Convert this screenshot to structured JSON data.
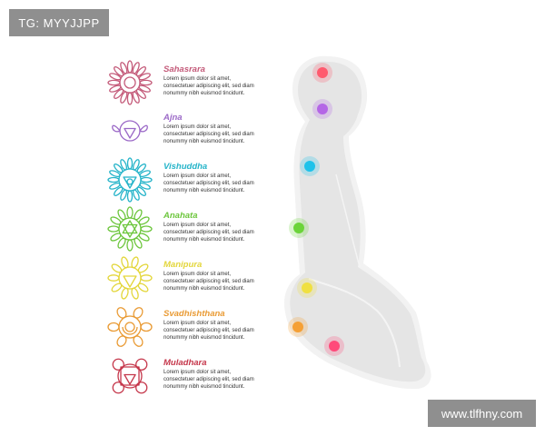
{
  "watermarks": {
    "top_left": "TG: MYYJJPP",
    "bottom_right": "www.tlfhny.com"
  },
  "chakras": [
    {
      "name": "Sahasrara",
      "color": "#c45b7a",
      "desc": [
        "Lorem ipsum dolor sit amet,",
        "consectetuer adipiscing elit, sed diam",
        "nonummy nibh euismod tincidunt."
      ],
      "symbol": "lotus-crown-icon"
    },
    {
      "name": "Ajna",
      "color": "#9b69c7",
      "desc": [
        "Lorem ipsum dolor sit amet,",
        "consectetuer adipiscing elit, sed diam",
        "nonummy nibh euismod tincidunt."
      ],
      "symbol": "third-eye-icon"
    },
    {
      "name": "Vishuddha",
      "color": "#25b4c9",
      "desc": [
        "Lorem ipsum dolor sit amet,",
        "consectetuer adipiscing elit, sed diam",
        "nonummy nibh euismod tincidunt."
      ],
      "symbol": "throat-lotus-icon"
    },
    {
      "name": "Anahata",
      "color": "#6dc63d",
      "desc": [
        "Lorem ipsum dolor sit amet,",
        "consectetuer adipiscing elit, sed diam",
        "nonummy nibh euismod tincidunt."
      ],
      "symbol": "heart-star-icon"
    },
    {
      "name": "Manipura",
      "color": "#e3d63a",
      "desc": [
        "Lorem ipsum dolor sit amet,",
        "consectetuer adipiscing elit, sed diam",
        "nonummy nibh euismod tincidunt."
      ],
      "symbol": "solar-plexus-icon"
    },
    {
      "name": "Svadhishthana",
      "color": "#e99a33",
      "desc": [
        "Lorem ipsum dolor sit amet,",
        "consectetuer adipiscing elit, sed diam",
        "nonummy nibh euismod tincidunt."
      ],
      "symbol": "sacral-crescent-icon"
    },
    {
      "name": "Muladhara",
      "color": "#c5374b",
      "desc": [
        "Lorem ipsum dolor sit amet,",
        "consectetuer adipiscing elit, sed diam",
        "nonummy nibh euismod tincidunt."
      ],
      "symbol": "root-square-icon"
    }
  ],
  "figure": {
    "body_color": "#e5e5e5",
    "outline_color": "#f2f2f2",
    "dot_colors": [
      "#ff5a6e",
      "#b466e6",
      "#1ec2ea",
      "#6bd43a",
      "#f0e040",
      "#f5a035",
      "#ff4a7a"
    ]
  }
}
